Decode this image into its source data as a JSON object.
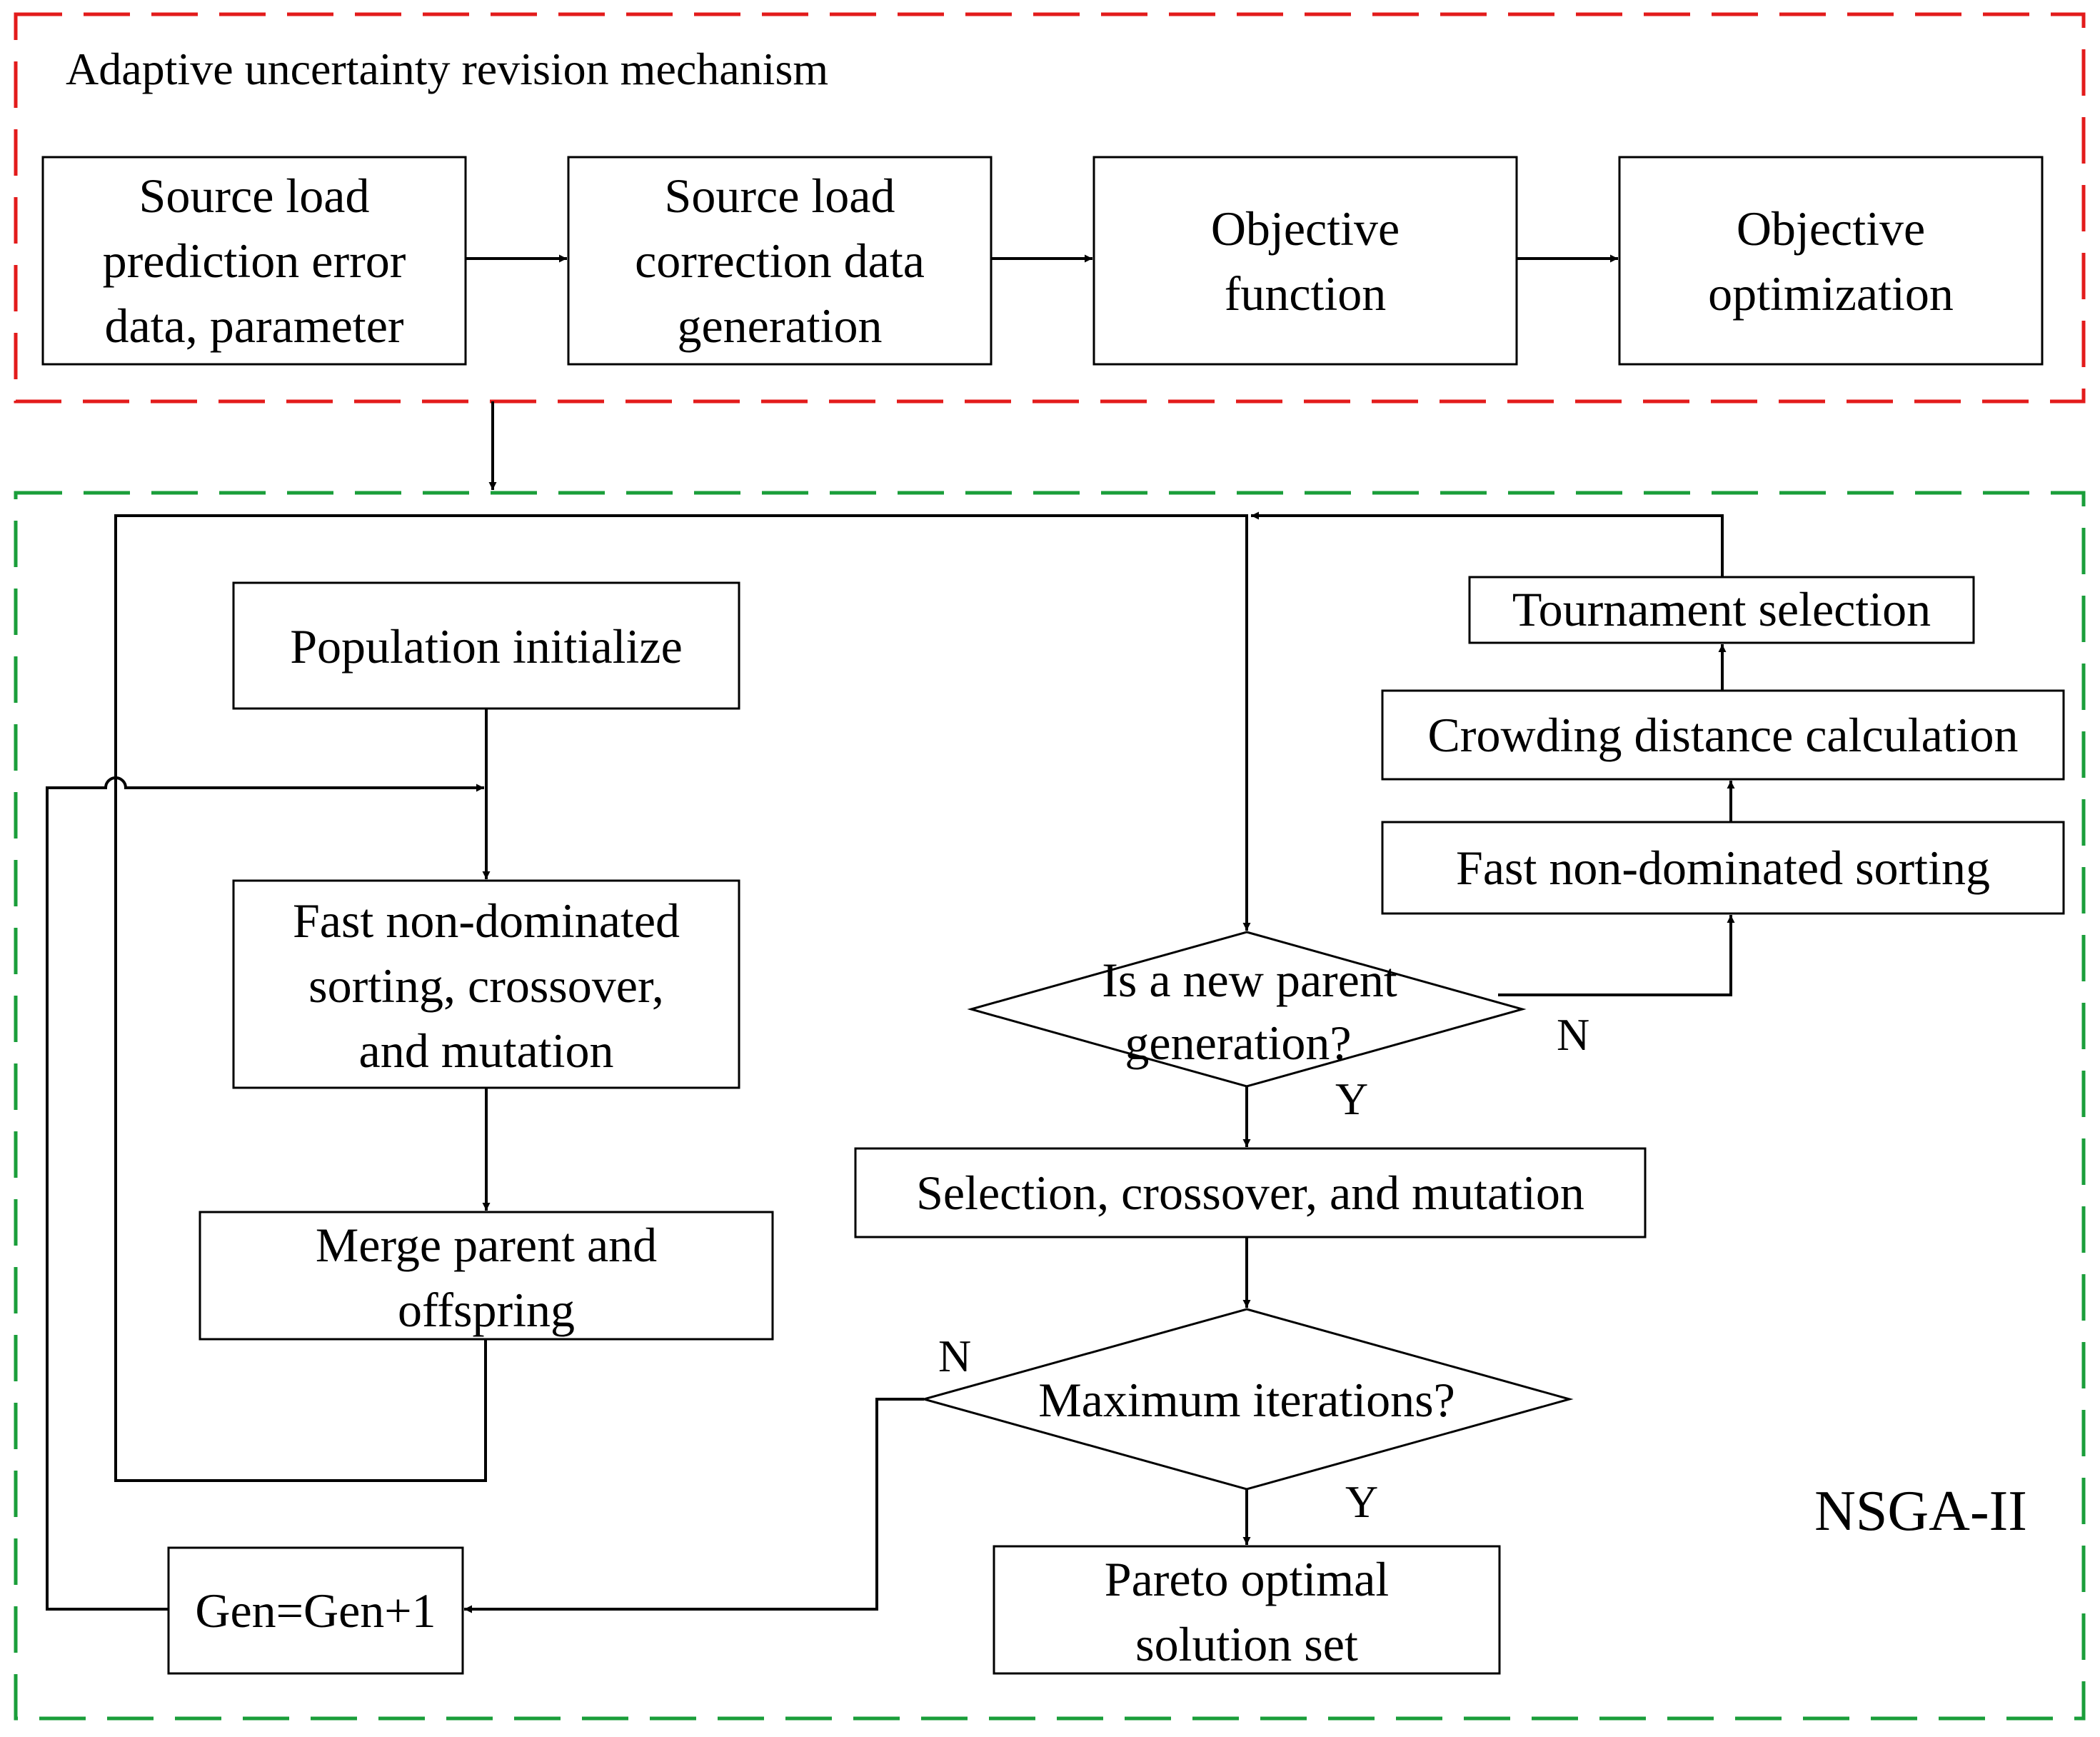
{
  "colors": {
    "top_frame": "#E31B1B",
    "bottom_frame": "#1A9E3A",
    "line": "#000000"
  },
  "top_section": {
    "title": "Adaptive uncertainty revision mechanism",
    "boxes": [
      {
        "lines": [
          "Source load",
          "prediction error",
          "data, parameter"
        ]
      },
      {
        "lines": [
          "Source load",
          "correction data",
          "generation"
        ]
      },
      {
        "lines": [
          "Objective",
          "function"
        ]
      },
      {
        "lines": [
          "Objective",
          "optimization"
        ]
      }
    ]
  },
  "nsga": {
    "label": "NSGA-II",
    "population_init": "Population initialize",
    "fast_sort_cross_mut": [
      "Fast non-dominated",
      "sorting, crossover,",
      "and mutation"
    ],
    "merge": [
      "Merge parent and",
      "offspring"
    ],
    "gen_increment": "Gen=Gen+1",
    "new_parent_decision": [
      "Is a new parent",
      "generation?"
    ],
    "selection_cross_mut": "Selection, crossover, and mutation",
    "max_iter_decision": "Maximum iterations?",
    "pareto": [
      "Pareto optimal",
      "solution set"
    ],
    "fast_sort": "Fast non-dominated sorting",
    "crowding": "Crowding distance calculation",
    "tournament": "Tournament selection",
    "yes": "Y",
    "no": "N"
  }
}
